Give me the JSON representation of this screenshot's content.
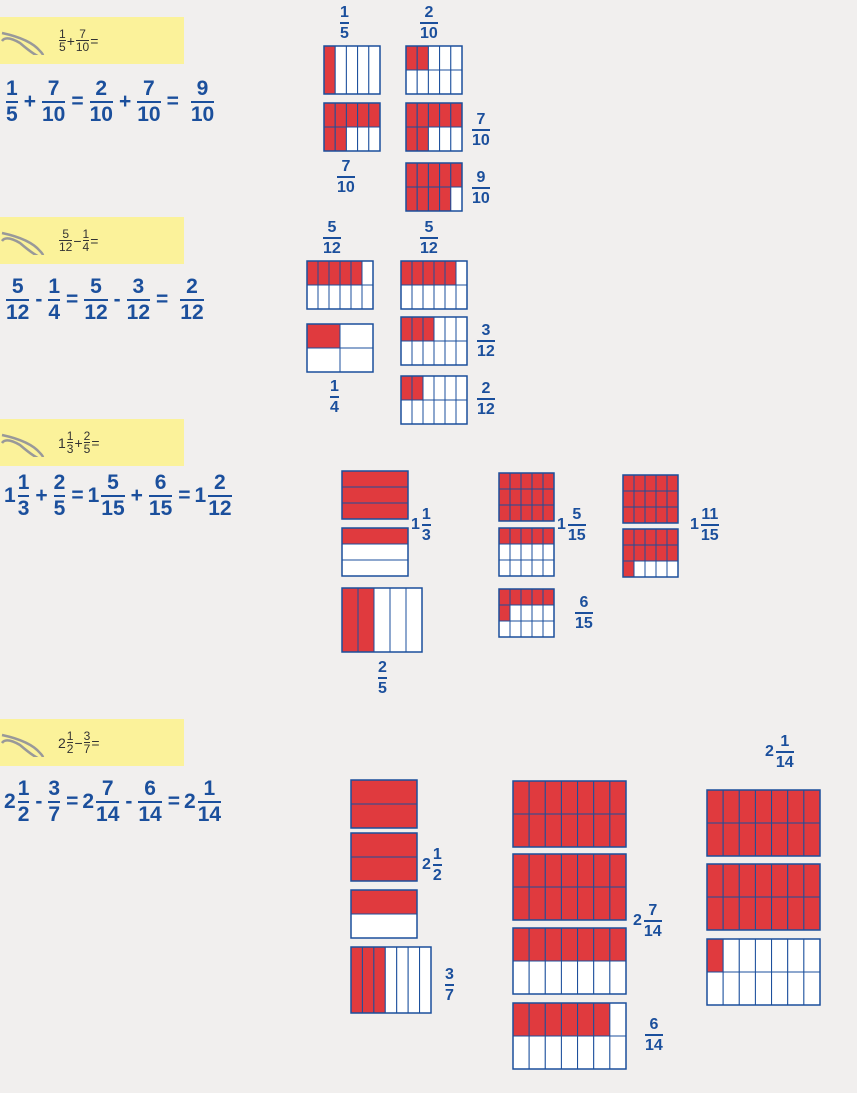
{
  "colors": {
    "fill": "#e03a3e",
    "line": "#1b4f9c",
    "note": "#fbf29a",
    "text": "#1b4f9c"
  },
  "problems": [
    {
      "prompt": [
        "1",
        "5",
        "+",
        "7",
        "10",
        "="
      ],
      "equation": {
        "f1n": "1",
        "f1d": "5",
        "o1": "+",
        "f2n": "7",
        "f2d": "10",
        "e1": "=",
        "f3n": "2",
        "f3d": "10",
        "o2": "+",
        "f4n": "7",
        "f4d": "10",
        "e2": "=",
        "f5n": "9",
        "f5d": "10"
      },
      "labels": {
        "a": {
          "n": "1",
          "d": "5"
        },
        "b": {
          "n": "2",
          "d": "10"
        },
        "c": {
          "n": "7",
          "d": "10"
        },
        "d": {
          "n": "7",
          "d": "10"
        },
        "e": {
          "n": "9",
          "d": "10"
        }
      }
    },
    {
      "prompt": [
        "5",
        "12",
        "−",
        "1",
        "4",
        "="
      ],
      "equation": {
        "f1n": "5",
        "f1d": "12",
        "o1": "-",
        "f2n": "1",
        "f2d": "4",
        "e1": "=",
        "f3n": "5",
        "f3d": "12",
        "o2": "-",
        "f4n": "3",
        "f4d": "12",
        "e2": "=",
        "f5n": "2",
        "f5d": "12"
      },
      "labels": {
        "a": {
          "n": "5",
          "d": "12"
        },
        "b": {
          "n": "5",
          "d": "12"
        },
        "c": {
          "n": "1",
          "d": "4"
        },
        "d": {
          "n": "3",
          "d": "12"
        },
        "e": {
          "n": "2",
          "d": "12"
        }
      }
    },
    {
      "prompt": [
        "1",
        "1",
        "3",
        "+",
        "2",
        "5",
        "="
      ],
      "equation": {
        "w1": "1",
        "f1n": "1",
        "f1d": "3",
        "o1": "+",
        "f2n": "2",
        "f2d": "5",
        "e1": "=",
        "w2": "1",
        "f3n": "5",
        "f3d": "15",
        "o2": "+",
        "f4n": "6",
        "f4d": "15",
        "e2": "=",
        "w3": "1",
        "f5n": "2",
        "f5d": "12"
      },
      "labels": {
        "a": {
          "w": "1",
          "n": "1",
          "d": "3"
        },
        "b": {
          "n": "2",
          "d": "5"
        },
        "c": {
          "w": "1",
          "n": "5",
          "d": "15"
        },
        "d": {
          "n": "6",
          "d": "15"
        },
        "e": {
          "w": "1",
          "n": "11",
          "d": "15"
        }
      }
    },
    {
      "prompt": [
        "2",
        "1",
        "2",
        "−",
        "3",
        "7",
        "="
      ],
      "equation": {
        "w1": "2",
        "f1n": "1",
        "f1d": "2",
        "o1": "-",
        "f2n": "3",
        "f2d": "7",
        "e1": "=",
        "w2": "2",
        "f3n": "7",
        "f3d": "14",
        "o2": "-",
        "f4n": "6",
        "f4d": "14",
        "e2": "=",
        "w3": "2",
        "f5n": "1",
        "f5d": "14"
      },
      "labels": {
        "a": {
          "w": "2",
          "n": "1",
          "d": "2"
        },
        "b": {
          "n": "3",
          "d": "7"
        },
        "c": {
          "w": "2",
          "n": "7",
          "d": "14"
        },
        "d": {
          "n": "6",
          "d": "14"
        },
        "e": {
          "w": "2",
          "n": "1",
          "d": "14"
        }
      }
    }
  ],
  "grids": [
    {
      "id": "g1a",
      "cols": 5,
      "rows": 1,
      "filled": 1
    },
    {
      "id": "g1b",
      "cols": 5,
      "rows": 2,
      "filled": 2
    },
    {
      "id": "g1c",
      "cols": 5,
      "rows": 2,
      "filled": 7
    },
    {
      "id": "g1d",
      "cols": 5,
      "rows": 2,
      "filled": 7
    },
    {
      "id": "g1e",
      "cols": 5,
      "rows": 2,
      "filled": 9
    },
    {
      "id": "g2a",
      "cols": 6,
      "rows": 2,
      "filled": 5
    },
    {
      "id": "g2b",
      "cols": 2,
      "rows": 2,
      "filled": 1
    },
    {
      "id": "g2c",
      "cols": 6,
      "rows": 2,
      "filled": 5
    },
    {
      "id": "g2d",
      "cols": 6,
      "rows": 2,
      "filled": 3
    },
    {
      "id": "g2e",
      "cols": 6,
      "rows": 2,
      "filled": 2
    },
    {
      "id": "g3a",
      "cols": 1,
      "rows": 3,
      "filled": 3
    },
    {
      "id": "g3b",
      "cols": 1,
      "rows": 3,
      "filled": 1
    },
    {
      "id": "g3c",
      "cols": 5,
      "rows": 1,
      "filled": 2
    },
    {
      "id": "g3d",
      "cols": 5,
      "rows": 3,
      "filled": 15
    },
    {
      "id": "g3e",
      "cols": 5,
      "rows": 3,
      "filled": 5
    },
    {
      "id": "g3f",
      "cols": 5,
      "rows": 3,
      "filled": 6
    },
    {
      "id": "g3g",
      "cols": 5,
      "rows": 3,
      "filled": 15
    },
    {
      "id": "g3h",
      "cols": 5,
      "rows": 3,
      "filled": 11
    },
    {
      "id": "g4a",
      "cols": 1,
      "rows": 2,
      "filled": 2
    },
    {
      "id": "g4b",
      "cols": 1,
      "rows": 2,
      "filled": 2
    },
    {
      "id": "g4c",
      "cols": 1,
      "rows": 2,
      "filled": 1
    },
    {
      "id": "g4d",
      "cols": 7,
      "rows": 1,
      "filled": 3
    },
    {
      "id": "g4e",
      "cols": 7,
      "rows": 2,
      "filled": 14
    },
    {
      "id": "g4f",
      "cols": 7,
      "rows": 2,
      "filled": 14
    },
    {
      "id": "g4g",
      "cols": 7,
      "rows": 2,
      "filled": 7
    },
    {
      "id": "g4h",
      "cols": 7,
      "rows": 2,
      "filled": 6
    },
    {
      "id": "g4i",
      "cols": 7,
      "rows": 2,
      "filled": 14
    },
    {
      "id": "g4j",
      "cols": 7,
      "rows": 2,
      "filled": 14
    },
    {
      "id": "g4k",
      "cols": 7,
      "rows": 2,
      "filled": 1
    }
  ]
}
